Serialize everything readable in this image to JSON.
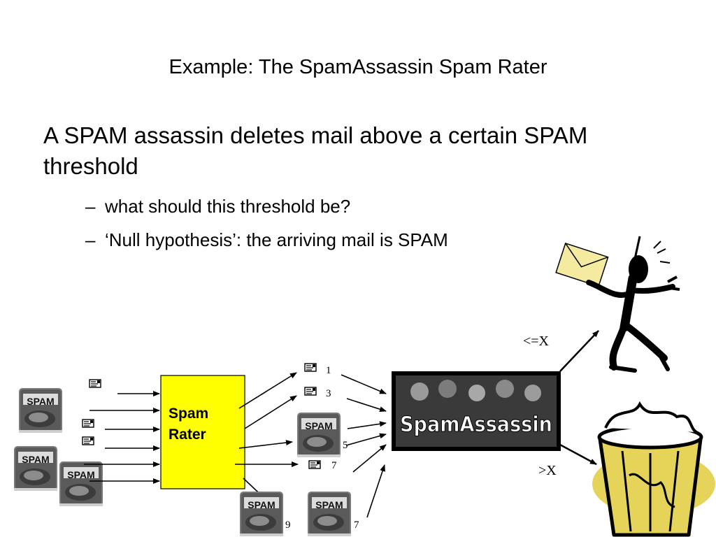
{
  "slide": {
    "title": "Example: The SpamAssassin Spam Rater",
    "bullet": "A SPAM assassin deletes mail above a certain SPAM threshold",
    "sub_bullets": [
      {
        "dash": "–",
        "text": "what should this threshold be?"
      },
      {
        "dash": "–",
        "text": "‘Null hypothesis’: the arriving mail is SPAM"
      }
    ]
  },
  "diagram": {
    "rater_label": [
      "Spam",
      "Rater"
    ],
    "rater_color": "#ffff00",
    "spam_can_label": "SPAM",
    "assassin_label": "SpamAssassin",
    "scores": [
      "1",
      "3",
      "5",
      "7",
      "9",
      "7"
    ],
    "below_threshold_label": "<=X",
    "above_threshold_label": ">X",
    "trash_accent": "#e6d35a",
    "icons": [
      "spam-can-icon",
      "email-icon",
      "happy-person-icon",
      "trash-can-icon",
      "spamassassin-logo"
    ]
  }
}
